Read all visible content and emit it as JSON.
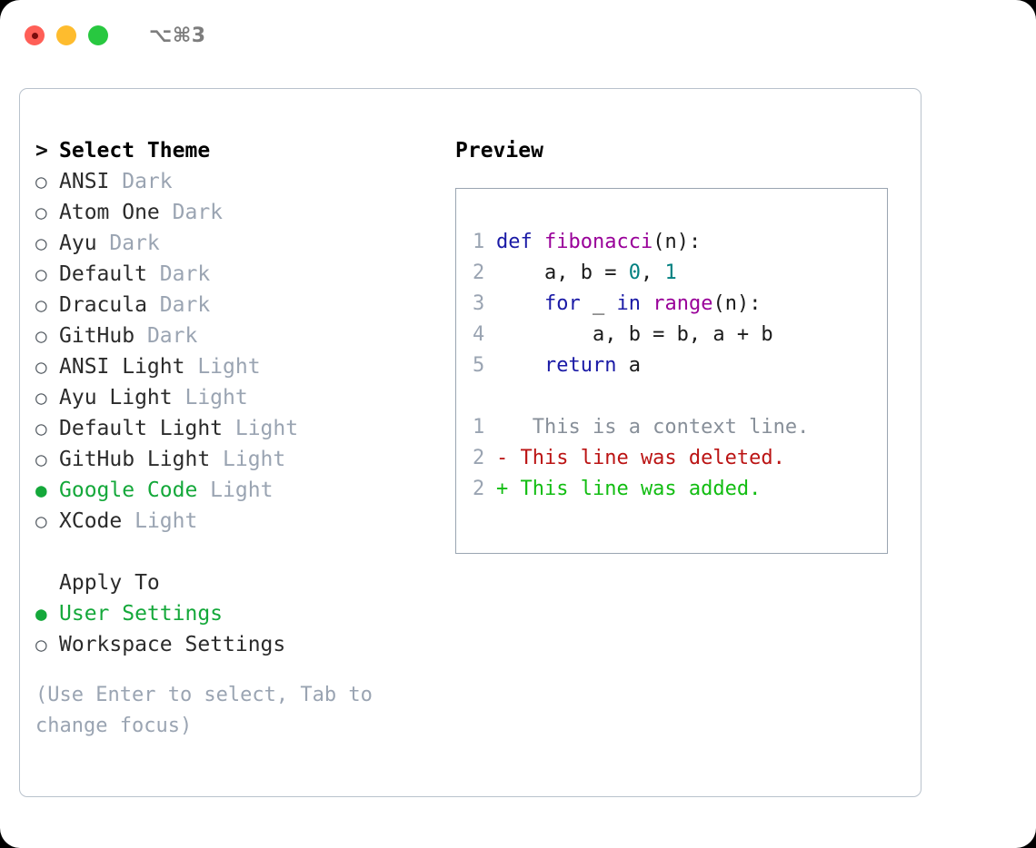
{
  "window": {
    "traffic_lights": [
      "close-red",
      "minimize-yellow",
      "maximize-green"
    ],
    "shortcut": "⌥⌘3",
    "colors": {
      "red": "#ff5f57",
      "yellow": "#febc2e",
      "green": "#28c840",
      "accent_green": "#14a83a",
      "suffix_gray": "#9aa4b2",
      "border": "#b9c2cc"
    }
  },
  "theme_panel": {
    "header": {
      "caret": ">",
      "title": "Select Theme"
    },
    "items": [
      {
        "marker": "○",
        "name": "ANSI",
        "suffix": "Dark",
        "selected": false
      },
      {
        "marker": "○",
        "name": "Atom One",
        "suffix": "Dark",
        "selected": false
      },
      {
        "marker": "○",
        "name": "Ayu",
        "suffix": "Dark",
        "selected": false
      },
      {
        "marker": "○",
        "name": "Default",
        "suffix": "Dark",
        "selected": false
      },
      {
        "marker": "○",
        "name": "Dracula",
        "suffix": "Dark",
        "selected": false
      },
      {
        "marker": "○",
        "name": "GitHub",
        "suffix": "Dark",
        "selected": false
      },
      {
        "marker": "○",
        "name": "ANSI Light",
        "suffix": "Light",
        "selected": false
      },
      {
        "marker": "○",
        "name": "Ayu Light",
        "suffix": "Light",
        "selected": false
      },
      {
        "marker": "○",
        "name": "Default Light",
        "suffix": "Light",
        "selected": false
      },
      {
        "marker": "○",
        "name": "GitHub Light",
        "suffix": "Light",
        "selected": false
      },
      {
        "marker": "●",
        "name": "Google Code",
        "suffix": "Light",
        "selected": true
      },
      {
        "marker": "○",
        "name": "XCode",
        "suffix": "Light",
        "selected": false
      }
    ]
  },
  "apply_to": {
    "title": "Apply To",
    "options": [
      {
        "marker": "●",
        "name": "User Settings",
        "selected": true
      },
      {
        "marker": "○",
        "name": "Workspace Settings",
        "selected": false
      }
    ]
  },
  "hint": "(Use Enter to select, Tab to change focus)",
  "preview": {
    "title": "Preview",
    "code_lines": [
      {
        "num": "1",
        "segments": [
          {
            "t": "def ",
            "c": "kw"
          },
          {
            "t": "fibonacci",
            "c": "fn"
          },
          {
            "t": "(n):",
            "c": "plain"
          }
        ]
      },
      {
        "num": "2",
        "segments": [
          {
            "t": "    a, b = ",
            "c": "plain"
          },
          {
            "t": "0",
            "c": "num"
          },
          {
            "t": ", ",
            "c": "plain"
          },
          {
            "t": "1",
            "c": "num"
          }
        ]
      },
      {
        "num": "3",
        "segments": [
          {
            "t": "    ",
            "c": "plain"
          },
          {
            "t": "for",
            "c": "kw"
          },
          {
            "t": " _ ",
            "c": "plain"
          },
          {
            "t": "in",
            "c": "kw"
          },
          {
            "t": " ",
            "c": "plain"
          },
          {
            "t": "range",
            "c": "fn"
          },
          {
            "t": "(n):",
            "c": "plain"
          }
        ]
      },
      {
        "num": "4",
        "segments": [
          {
            "t": "        a, b = b, a + b",
            "c": "plain"
          }
        ]
      },
      {
        "num": "5",
        "segments": [
          {
            "t": "    ",
            "c": "plain"
          },
          {
            "t": "return",
            "c": "kw"
          },
          {
            "t": " a",
            "c": "plain"
          }
        ]
      }
    ],
    "diff_lines": [
      {
        "num": "1",
        "sign": " ",
        "text": "  This is a context line.",
        "kind": "context"
      },
      {
        "num": "2",
        "sign": "-",
        "text": " This line was deleted.",
        "kind": "deleted"
      },
      {
        "num": "2",
        "sign": "+",
        "text": " This line was added.",
        "kind": "added"
      }
    ],
    "syntax_colors": {
      "keyword": "#1a1aa6",
      "function": "#990099",
      "number": "#008080",
      "plain": "#1b1b1b",
      "line_number": "#9aa4b2",
      "diff_context": "#878f99",
      "diff_deleted": "#bb1414",
      "diff_added": "#12bd12"
    }
  }
}
